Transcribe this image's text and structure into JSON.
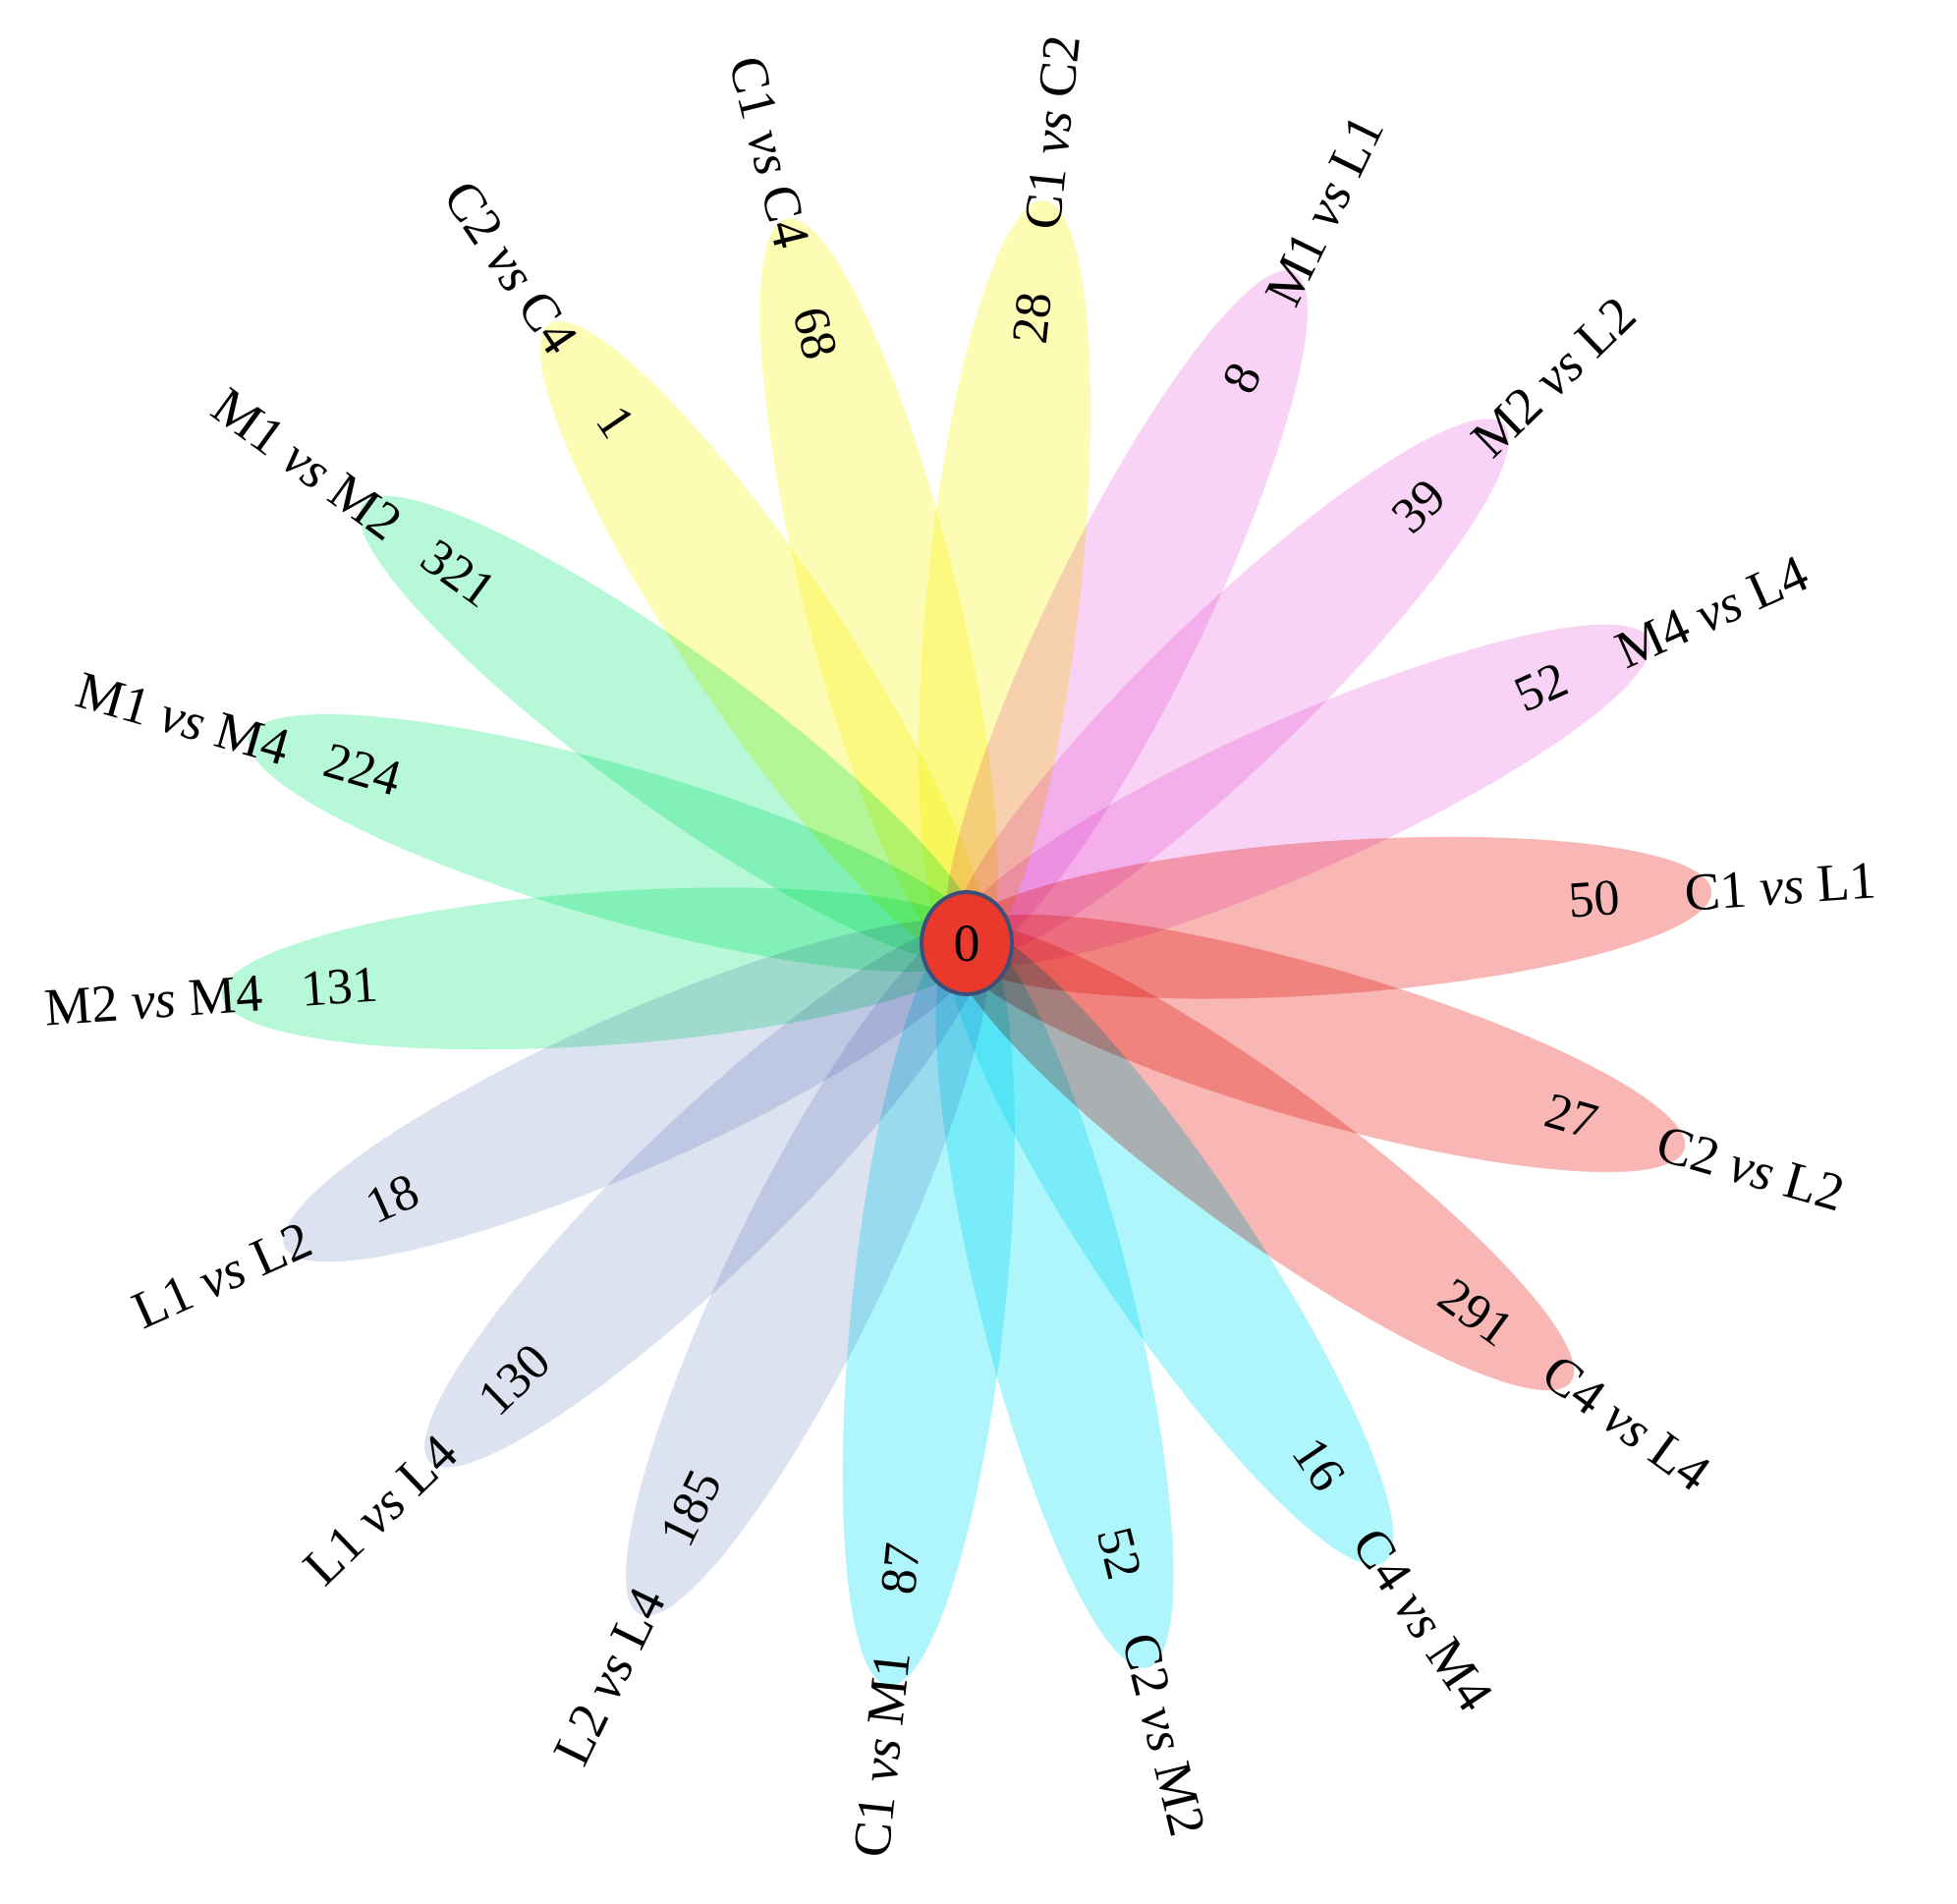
{
  "diagram": {
    "type": "flower-venn",
    "core": {
      "value": "0",
      "color": "#e8392c"
    },
    "petals": [
      {
        "name": [
          "C1",
          "vs",
          "L1"
        ],
        "value": "50",
        "color": "#f7a7a3"
      },
      {
        "name": [
          "C2",
          "vs",
          "L2"
        ],
        "value": "27",
        "color": "#f7a7a3"
      },
      {
        "name": [
          "C4",
          "vs",
          "L4"
        ],
        "value": "291",
        "color": "#f7a7a3"
      },
      {
        "name": [
          "C4",
          "vs",
          "M4"
        ],
        "value": "16",
        "color": "#9ef4fb"
      },
      {
        "name": [
          "C2",
          "vs",
          "M2"
        ],
        "value": "52",
        "color": "#9ef4fb"
      },
      {
        "name": [
          "C1",
          "vs",
          "M1"
        ],
        "value": "87",
        "color": "#9ef4fb"
      },
      {
        "name": [
          "L2",
          "vs",
          "L4"
        ],
        "value": "185",
        "color": "#d5dcee"
      },
      {
        "name": [
          "L1",
          "vs",
          "L4"
        ],
        "value": "130",
        "color": "#d5dcee"
      },
      {
        "name": [
          "L1",
          "vs",
          "L2"
        ],
        "value": "18",
        "color": "#d5dcee"
      },
      {
        "name": [
          "M2",
          "vs",
          "M4"
        ],
        "value": "131",
        "color": "#a6f6cf"
      },
      {
        "name": [
          "M1",
          "vs",
          "M4"
        ],
        "value": "224",
        "color": "#a6f6cf"
      },
      {
        "name": [
          "M1",
          "vs",
          "M2"
        ],
        "value": "321",
        "color": "#a6f6cf"
      },
      {
        "name": [
          "C2",
          "vs",
          "C4"
        ],
        "value": "1",
        "color": "#fdfba4"
      },
      {
        "name": [
          "C1",
          "vs",
          "C4"
        ],
        "value": "68",
        "color": "#fdfba4"
      },
      {
        "name": [
          "C1",
          "vs",
          "C2"
        ],
        "value": "28",
        "color": "#fdfba4"
      },
      {
        "name": [
          "M1",
          "vs",
          "L1"
        ],
        "value": "8",
        "color": "#f8c9f3"
      },
      {
        "name": [
          "M2",
          "vs",
          "L2"
        ],
        "value": "39",
        "color": "#f8c9f3"
      },
      {
        "name": [
          "M4",
          "vs",
          "L4"
        ],
        "value": "52",
        "color": "#f8c9f3"
      }
    ]
  }
}
